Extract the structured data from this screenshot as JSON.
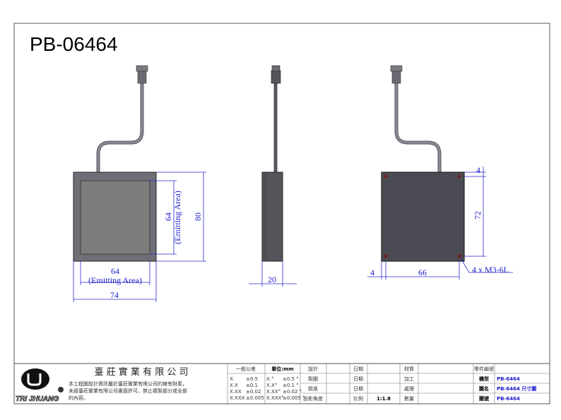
{
  "title": "PB-06464",
  "colors": {
    "dimension": "#1a1acc",
    "body": "#6f6f78",
    "emitting": "#7c7c7c",
    "back": "#4b4b53",
    "hole": "#cc0000"
  },
  "front_view": {
    "emit_dim": "64",
    "emit_label": "(Emitting Area)",
    "overall_w": "74",
    "overall_h": "80"
  },
  "side_view": {
    "depth": "20"
  },
  "back_view": {
    "edge_top": "4",
    "hole_pitch_v": "72",
    "edge_left": "4",
    "hole_pitch_h": "66",
    "hole_callout": "4 x M3-6L"
  },
  "title_block": {
    "company": "臺 莊 實 業 有 限 公 司",
    "logo_text": "TRI JHUANG",
    "notice_1": "本工程圖設計資訊屬於臺莊實業有限公司的擁有財產，",
    "notice_2": "未經臺莊實業有限公司書面許可，禁止複製部分或全部",
    "notice_3": "的內容。",
    "tol_header": "一般公差",
    "unit": "單位:mm",
    "tol_left": [
      [
        "X.",
        "±0.5"
      ],
      [
        "X.X",
        "±0.1"
      ],
      [
        "X.XX",
        "±0.02"
      ],
      [
        "X.XXX",
        "±0.005"
      ]
    ],
    "tol_right": [
      [
        "X.°",
        "±0.5 °"
      ],
      [
        "X.X°",
        "±0.1 °"
      ],
      [
        "X.XX°",
        "±0.02 °"
      ],
      [
        "X.XXX°",
        "±0.005 °"
      ]
    ],
    "roles": [
      "設計",
      "製圖",
      "檢准",
      "投影角度"
    ],
    "date_labels": [
      "日期",
      "日期",
      "日期",
      "比例"
    ],
    "scale": "1:1.8",
    "mat_labels": [
      "材質",
      "加工",
      "處理",
      "數量"
    ],
    "part_labels": [
      "零件編號",
      "機型",
      "圖名",
      "圖號"
    ],
    "part_values": [
      "",
      "PB-6464",
      "PB-6464 尺寸圖",
      "PB-6464"
    ]
  }
}
